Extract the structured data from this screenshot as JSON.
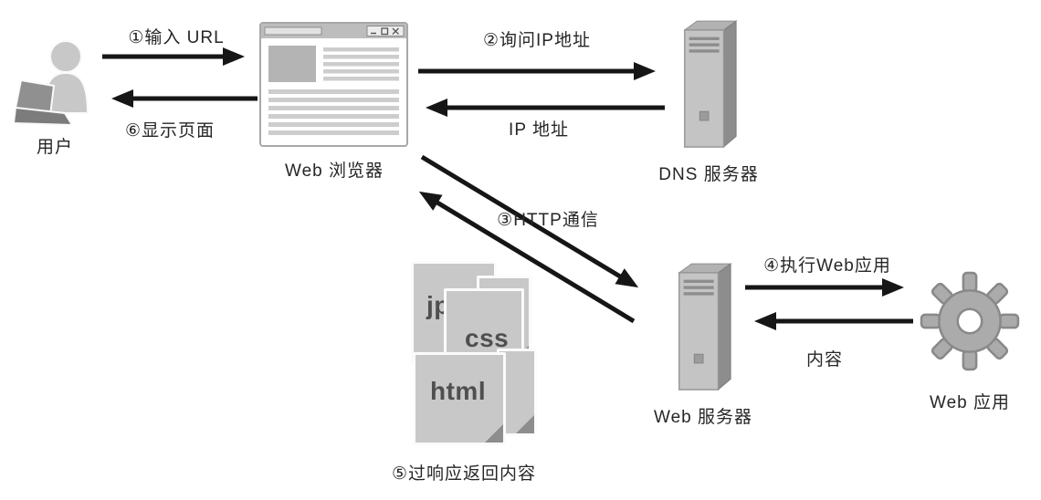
{
  "nodes": {
    "user": "用户",
    "browser": "Web 浏览器",
    "dns_server": "DNS 服务器",
    "web_server": "Web 服务器",
    "web_app": "Web 应用"
  },
  "flows": {
    "step1_input_url": "①输入 URL",
    "step2_ask_ip": "②询问IP地址",
    "ip_address_return": "IP 地址",
    "step3_http": "③HTTP通信",
    "step4_run_webapp": "④执行Web应用",
    "content_return": "内容",
    "step5_response": "⑤过响应返回内容",
    "step6_display": "⑥显示页面"
  },
  "files": {
    "jpg": "jpg",
    "css": "css",
    "html": "html"
  },
  "colors": {
    "arrow": "#161616",
    "icon_fill": "#c6c6c6",
    "icon_mid": "#a9a9a9",
    "icon_dark": "#8d8d8d",
    "text": "#262626"
  }
}
